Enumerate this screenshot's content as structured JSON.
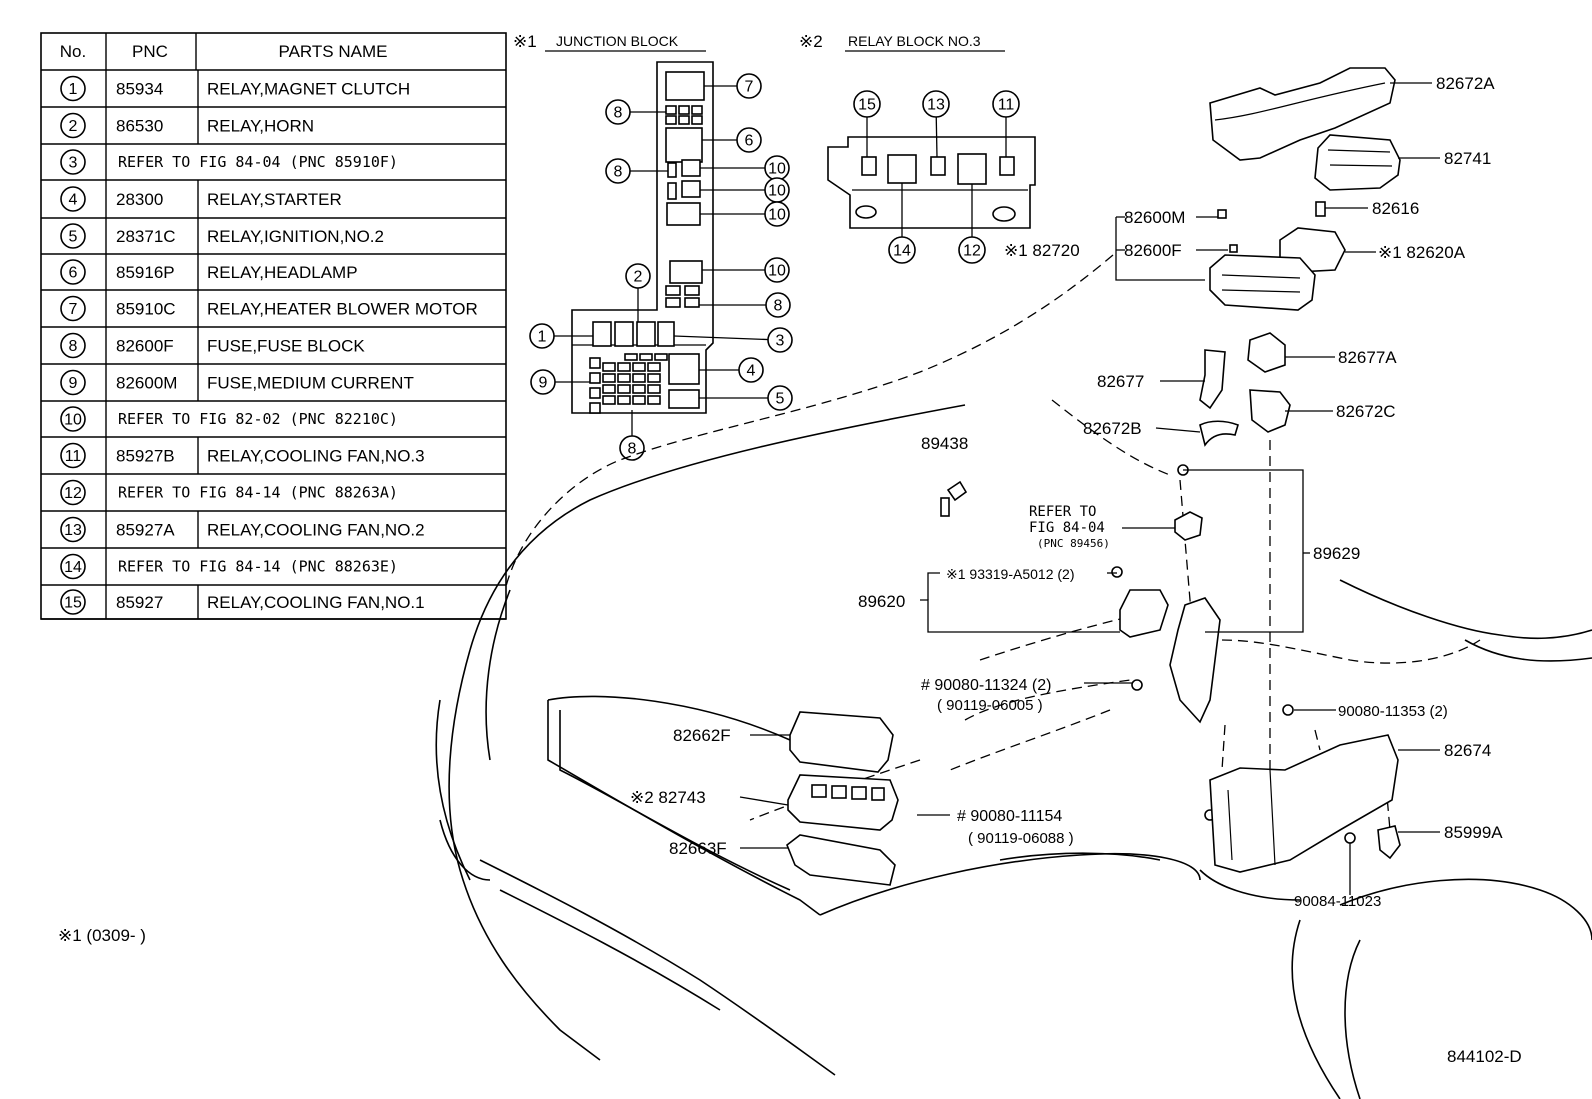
{
  "table": {
    "headers": [
      "No.",
      "PNC",
      "PARTS NAME"
    ],
    "rows": [
      {
        "no": "1",
        "pnc": "85934",
        "name": "RELAY,MAGNET CLUTCH"
      },
      {
        "no": "2",
        "pnc": "86530",
        "name": "RELAY,HORN"
      },
      {
        "no": "3",
        "refer": "REFER TO FIG 84-04 (PNC 85910F)"
      },
      {
        "no": "4",
        "pnc": "28300",
        "name": "RELAY,STARTER"
      },
      {
        "no": "5",
        "pnc": "28371C",
        "name": "RELAY,IGNITION,NO.2"
      },
      {
        "no": "6",
        "pnc": "85916P",
        "name": "RELAY,HEADLAMP"
      },
      {
        "no": "7",
        "pnc": "85910C",
        "name": "RELAY,HEATER BLOWER MOTOR"
      },
      {
        "no": "8",
        "pnc": "82600F",
        "name": "FUSE,FUSE BLOCK"
      },
      {
        "no": "9",
        "pnc": "82600M",
        "name": "FUSE,MEDIUM CURRENT"
      },
      {
        "no": "10",
        "refer": "REFER TO FIG 82-02 (PNC 82210C)"
      },
      {
        "no": "11",
        "pnc": "85927B",
        "name": "RELAY,COOLING FAN,NO.3"
      },
      {
        "no": "12",
        "refer": "REFER TO FIG 84-14 (PNC 88263A)"
      },
      {
        "no": "13",
        "pnc": "85927A",
        "name": "RELAY,COOLING FAN,NO.2"
      },
      {
        "no": "14",
        "refer": "REFER TO FIG 84-14 (PNC 88263E)"
      },
      {
        "no": "15",
        "pnc": "85927",
        "name": "RELAY,COOLING FAN,NO.1"
      }
    ]
  },
  "junction_block": {
    "mark": "※1",
    "title": "JUNCTION BLOCK",
    "callouts": [
      "7",
      "8",
      "6",
      "8",
      "10",
      "10",
      "10",
      "10",
      "2",
      "8",
      "1",
      "3",
      "4",
      "9",
      "5",
      "8"
    ]
  },
  "relay_block": {
    "mark": "※2",
    "title": "RELAY BLOCK NO.3",
    "callouts": [
      "15",
      "13",
      "11",
      "14",
      "12"
    ]
  },
  "part_labels": {
    "p82672A": "82672A",
    "p82741": "82741",
    "p82616": "82616",
    "p82600M": "82600M",
    "p82600F": "82600F",
    "p82720": "※1 82720",
    "p82620A": "※1 82620A",
    "p82677A": "82677A",
    "p82677": "82677",
    "p82672C": "82672C",
    "p82672B": "82672B",
    "p89438": "89438",
    "refer_line1": "REFER TO",
    "refer_line2": "FIG 84-04",
    "refer_line3": "(PNC 89456)",
    "p89629": "89629",
    "p93319": "※1 93319-A5012 (2)",
    "p89620": "89620",
    "p90080_11324": "# 90080-11324 (2)",
    "p90119_06005": "( 90119-06005 )",
    "p90080_11353": "90080-11353 (2)",
    "p82674": "82674",
    "p82662F": "82662F",
    "p82743": "※2  82743",
    "p90080_11154": "# 90080-11154",
    "p90119_06088": "( 90119-06088 )",
    "p82663F": "82663F",
    "p85999A": "85999A",
    "p90084_11023": "90084-11023"
  },
  "footnote": "※1 (0309-        )",
  "figure_code": "844102-D"
}
